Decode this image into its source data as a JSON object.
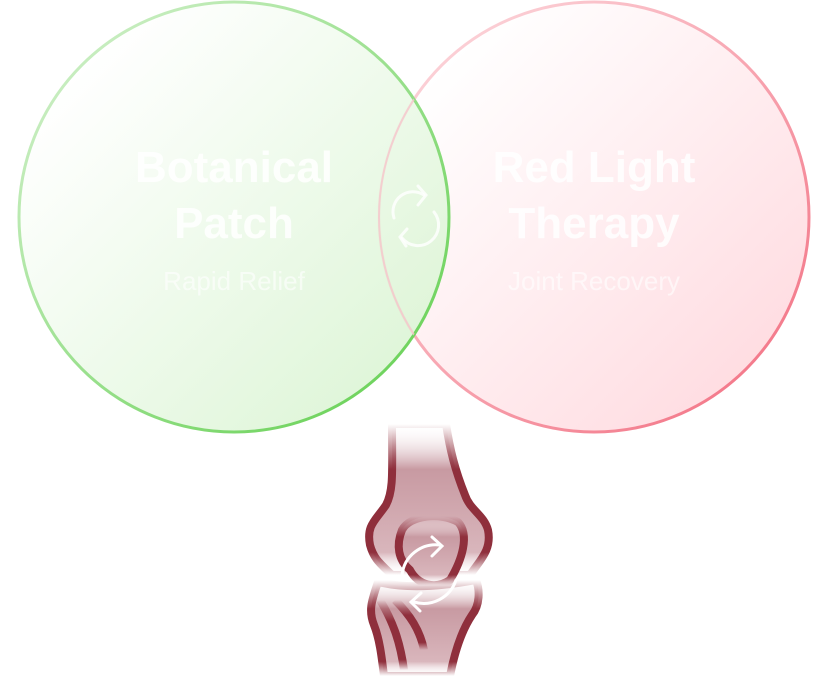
{
  "left": {
    "title_line1": "Botanical",
    "title_line2": "Patch",
    "subtitle": "Rapid Relief",
    "color": "#6dd35c"
  },
  "right": {
    "title_line1": "Red Light",
    "title_line2": "Therapy",
    "subtitle": "Joint Recovery",
    "color": "#f47a8a"
  },
  "center_icon": "sync-arrows-icon",
  "knee_color": "#8f2f3c"
}
